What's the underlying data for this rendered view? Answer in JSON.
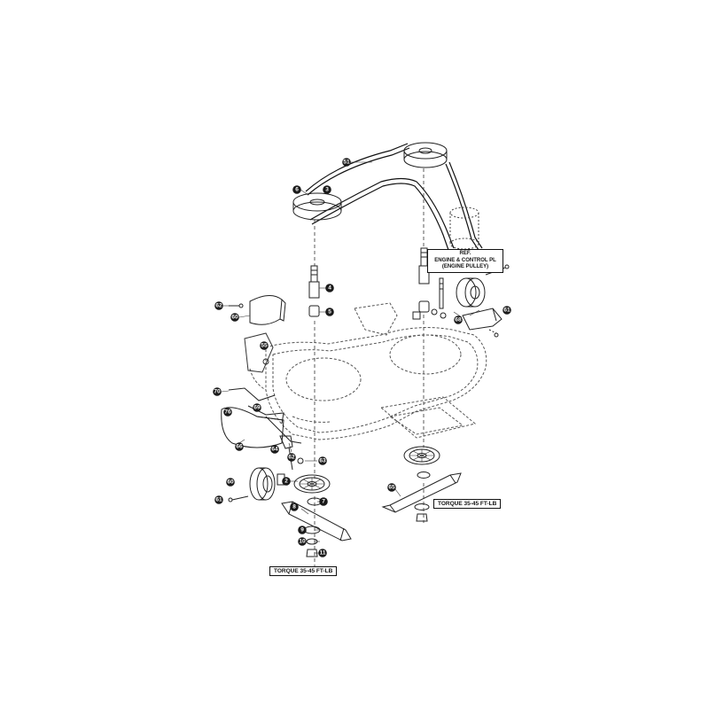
{
  "callouts": [
    {
      "id": "callout-51",
      "text": "51"
    },
    {
      "id": "callout-6",
      "text": "6"
    },
    {
      "id": "callout-3",
      "text": "3"
    },
    {
      "id": "callout-4",
      "text": "4"
    },
    {
      "id": "callout-5",
      "text": "5"
    },
    {
      "id": "callout-62",
      "text": "62"
    },
    {
      "id": "callout-60a",
      "text": "60"
    },
    {
      "id": "callout-55",
      "text": "55"
    },
    {
      "id": "callout-70",
      "text": "70"
    },
    {
      "id": "callout-76",
      "text": "76"
    },
    {
      "id": "callout-69",
      "text": "69"
    },
    {
      "id": "callout-66",
      "text": "66"
    },
    {
      "id": "callout-64",
      "text": "64"
    },
    {
      "id": "callout-62b",
      "text": "62"
    },
    {
      "id": "callout-63",
      "text": "63"
    },
    {
      "id": "callout-2",
      "text": "2"
    },
    {
      "id": "callout-7",
      "text": "7"
    },
    {
      "id": "callout-60b",
      "text": "60"
    },
    {
      "id": "callout-61a",
      "text": "61"
    },
    {
      "id": "callout-8",
      "text": "8"
    },
    {
      "id": "callout-9",
      "text": "9"
    },
    {
      "id": "callout-10",
      "text": "10"
    },
    {
      "id": "callout-11",
      "text": "11"
    },
    {
      "id": "callout-65",
      "text": "65"
    },
    {
      "id": "callout-61b",
      "text": "61"
    },
    {
      "id": "callout-68",
      "text": "68"
    }
  ],
  "labels": {
    "engine_ref": "REF.",
    "engine_line1": "ENGINE & CONTROL PL",
    "engine_line2": "(ENGINE PULLEY)",
    "torque_left": "TORQUE 35-45 FT-LB",
    "torque_right": "TORQUE 35-45 FT-LB"
  }
}
